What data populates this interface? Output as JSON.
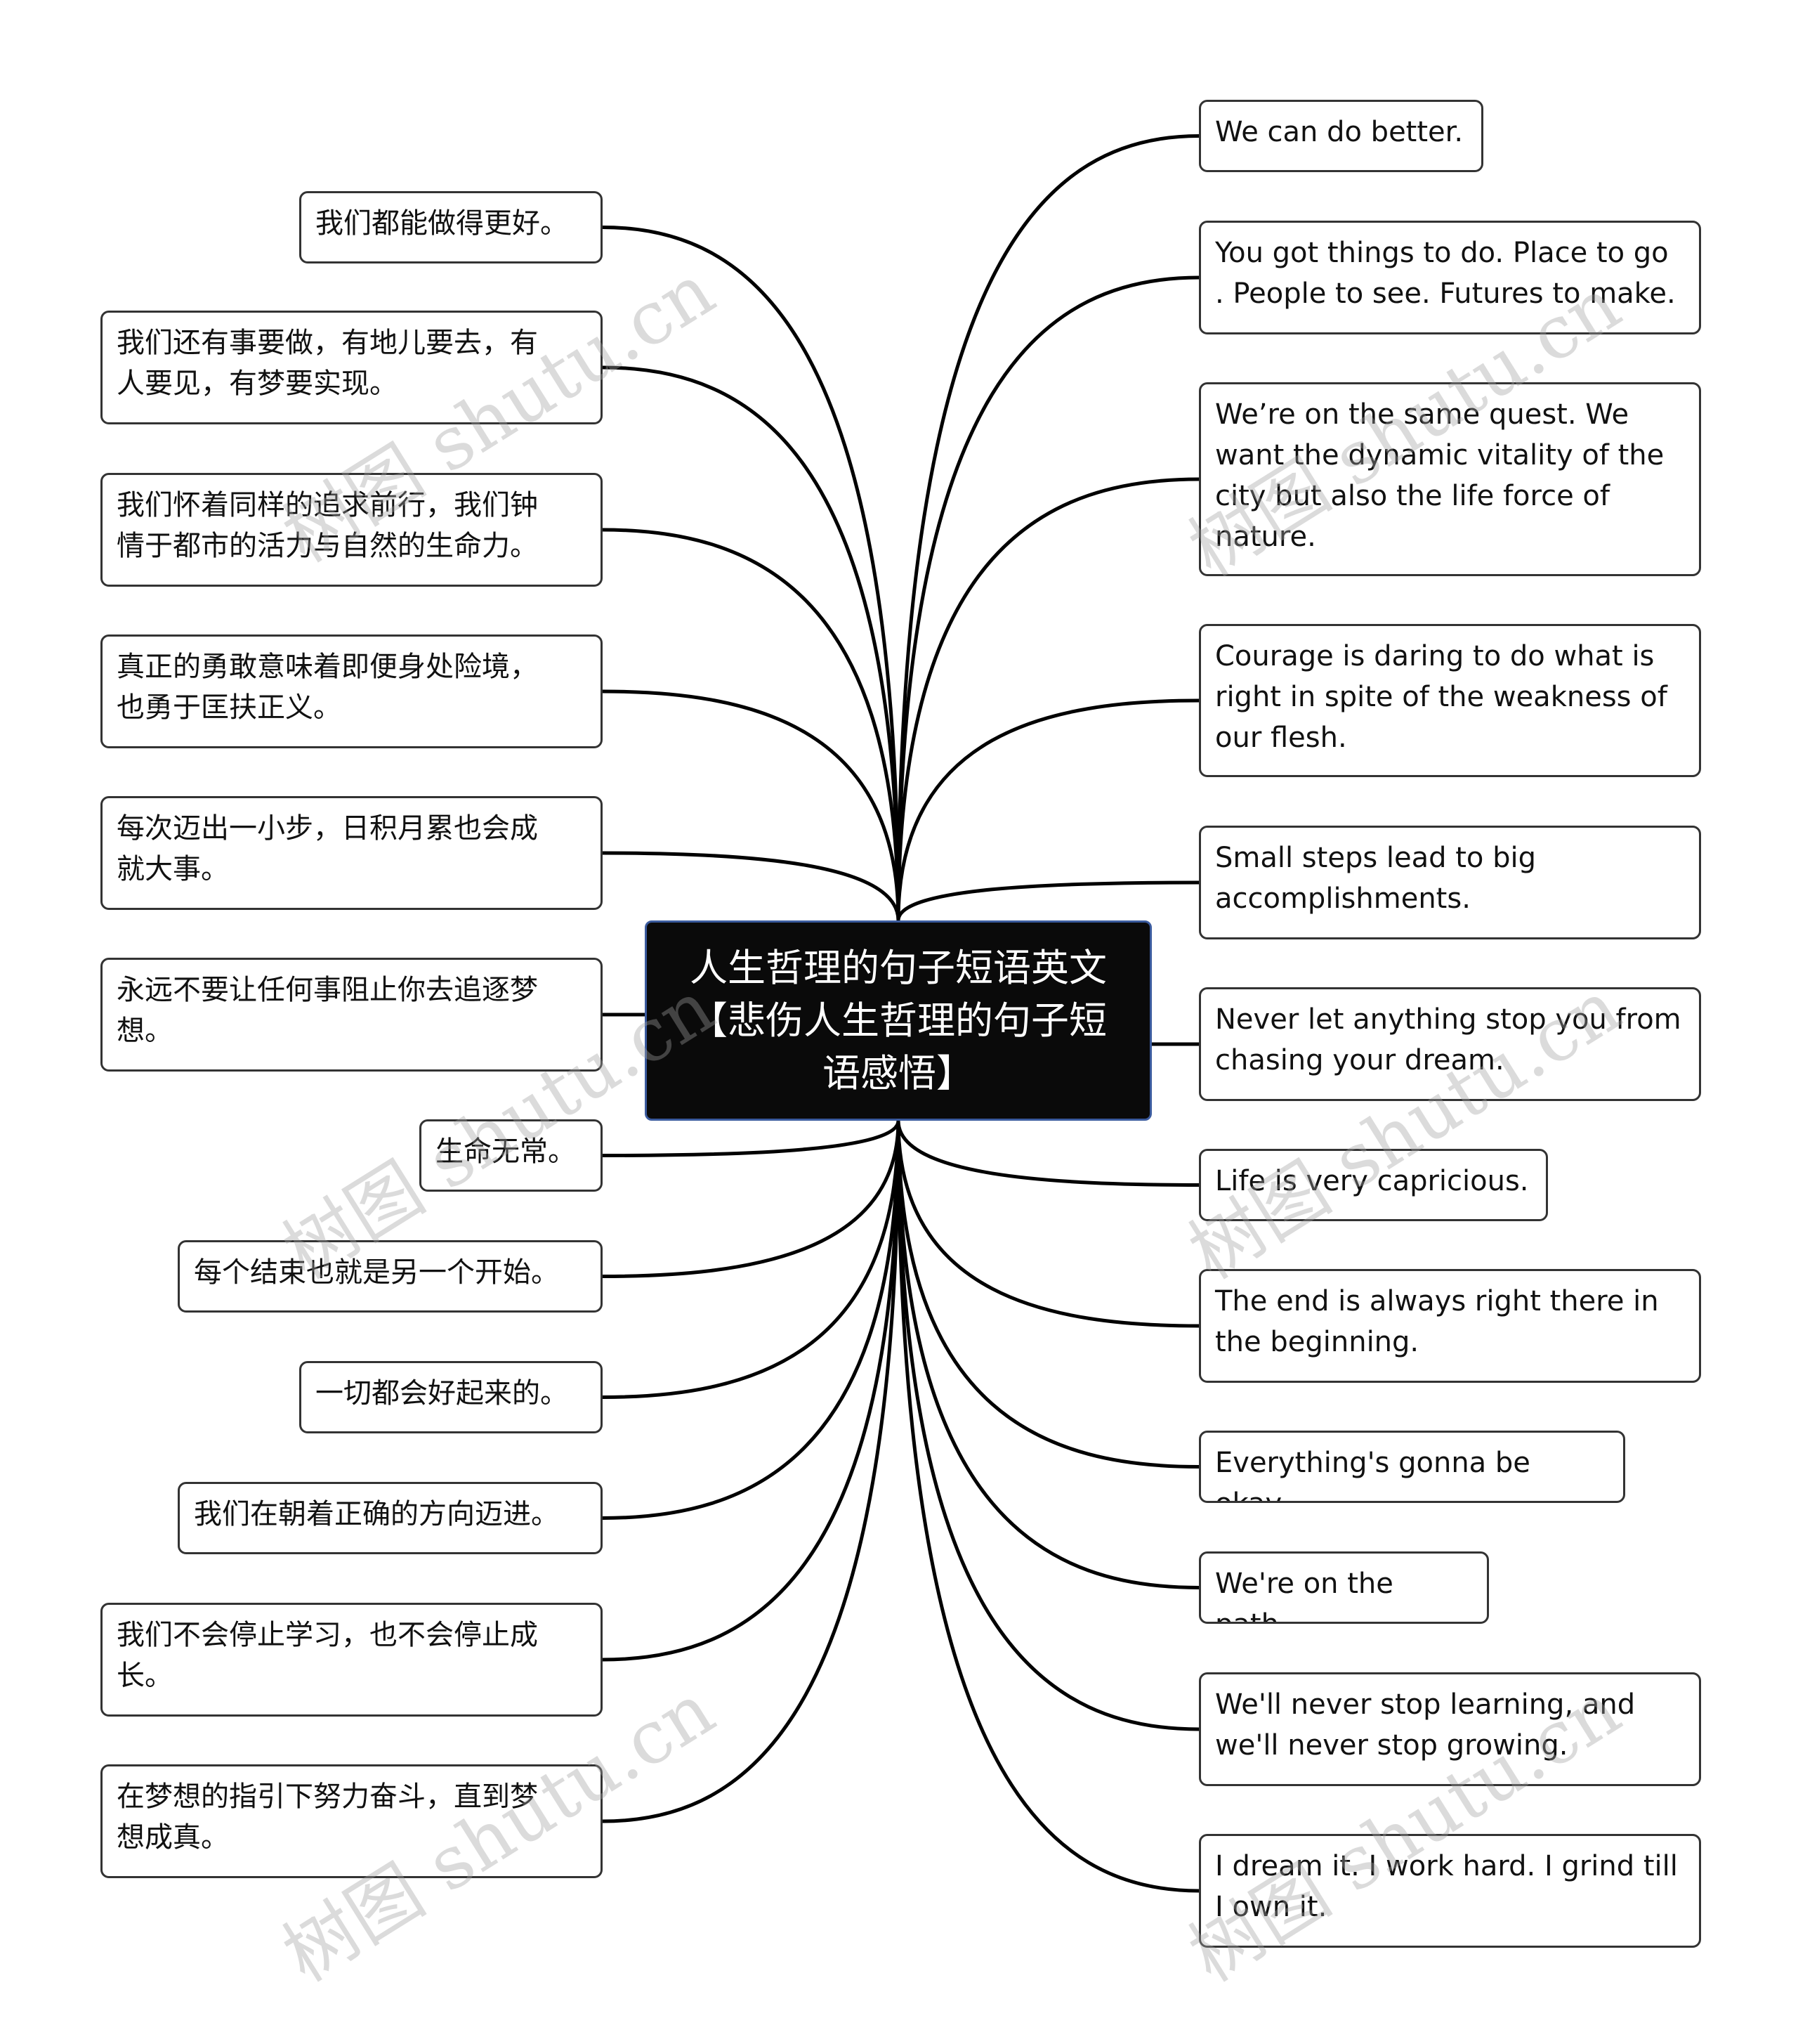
{
  "root": {
    "label": "人生哲理的句子短语英文\n【悲伤人生哲理的句子短\n语感悟】"
  },
  "left_nodes": [
    {
      "text": "我们都能做得更好。"
    },
    {
      "text": "我们还有事要做，有地儿要去，有\n人要见，有梦要实现。"
    },
    {
      "text": "我们怀着同样的追求前行，我们钟\n情于都市的活力与自然的生命力。"
    },
    {
      "text": "真正的勇敢意味着即便身处险境，\n也勇于匡扶正义。"
    },
    {
      "text": "每次迈出一小步，日积月累也会成\n就大事。"
    },
    {
      "text": "永远不要让任何事阻止你去追逐梦\n想。"
    },
    {
      "text": "生命无常。"
    },
    {
      "text": "每个结束也就是另一个开始。"
    },
    {
      "text": "一切都会好起来的。"
    },
    {
      "text": "我们在朝着正确的方向迈进。"
    },
    {
      "text": "我们不会停止学习，也不会停止成\n长。"
    },
    {
      "text": "在梦想的指引下努力奋斗，直到梦\n想成真。"
    }
  ],
  "right_nodes": [
    {
      "text": "We can do better."
    },
    {
      "text": "You got things to do. Place to go\n. People to see. Futures to make."
    },
    {
      "text": "We’re on the same quest. We\nwant the dynamic vitality of the\ncity but also the life force of\nnature."
    },
    {
      "text": "Courage is daring to do what is\nright in spite of the weakness of\nour flesh."
    },
    {
      "text": "Small steps lead to big\naccomplishments."
    },
    {
      "text": "Never let anything stop you from\n chasing your dream."
    },
    {
      "text": "Life is very capricious."
    },
    {
      "text": "The end is always right there in\nthe beginning."
    },
    {
      "text": "Everything's gonna be okay."
    },
    {
      "text": "We're on the path."
    },
    {
      "text": "We'll never stop learning, and\nwe'll never stop growing."
    },
    {
      "text": "I dream it. I work hard. I grind till\nI own it."
    }
  ],
  "watermark": "树图 shutu.cn",
  "colors": {
    "root_bg": "#0a0a0a",
    "root_border": "#3b5b9e",
    "edge": "#000000",
    "node_border": "#333333"
  }
}
